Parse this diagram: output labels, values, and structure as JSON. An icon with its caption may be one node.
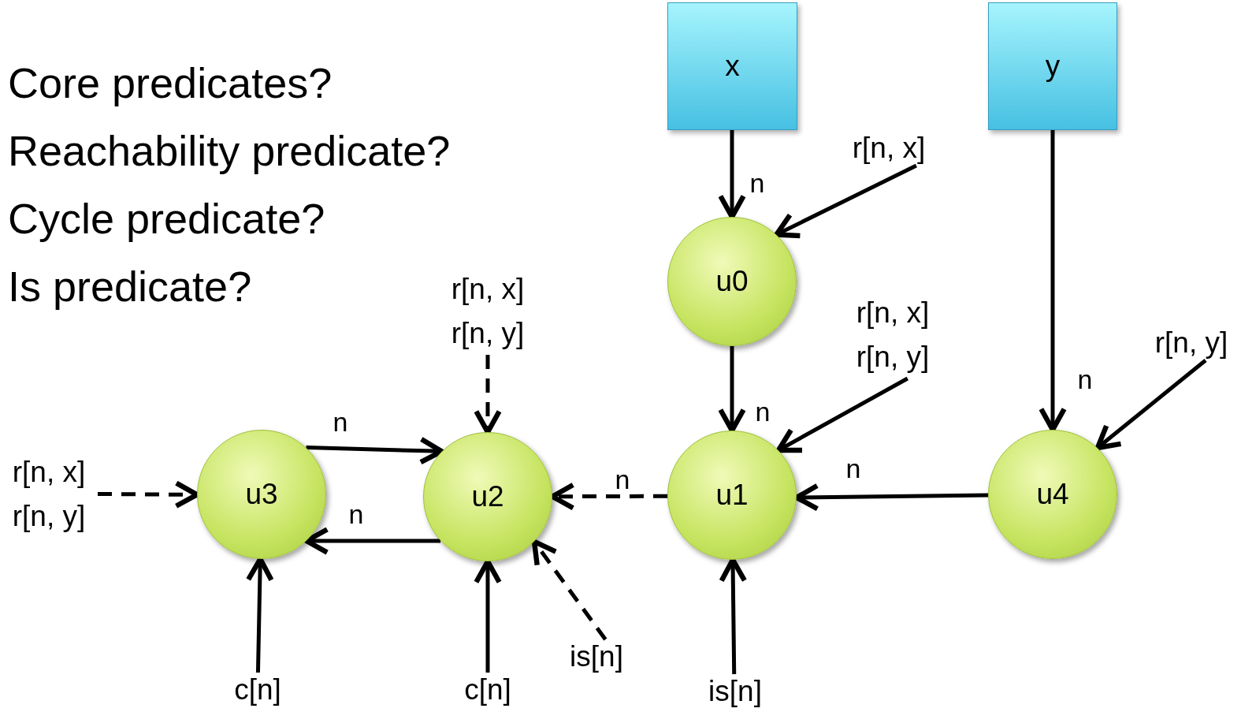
{
  "diagram": {
    "nodes": [
      {
        "text": [
          "x"
        ]
      },
      {
        "text": [
          "y"
        ]
      },
      {
        "text": [
          "u0"
        ]
      },
      {
        "text": [
          "u1"
        ]
      },
      {
        "text": [
          "u2"
        ]
      },
      {
        "text": [
          "u3"
        ]
      },
      {
        "text": [
          "u4"
        ]
      },
      {
        "text": [
          "r[n, x]"
        ]
      },
      {
        "text": [
          "r[n, x] r[n, y]"
        ]
      },
      {
        "text": [
          "r[n, y]"
        ]
      },
      {
        "text": [
          "r[n, x] r[n, y]"
        ]
      },
      {
        "text": [
          "r[n, x] r[n, y]"
        ]
      },
      {
        "text": [
          "c[n]"
        ]
      },
      {
        "text": [
          "c[n]"
        ]
      },
      {
        "text": [
          "is[n]"
        ]
      },
      {
        "text": [
          "is[n]"
        ]
      }
    ],
    "edges": [
      {
        "from": 0,
        "to": 2,
        "arrow": "to",
        "label": "n"
      },
      {
        "from": 2,
        "to": 3,
        "arrow": "to",
        "label": "n"
      },
      {
        "from": 1,
        "to": 6,
        "arrow": "to",
        "label": "n"
      },
      {
        "from": 6,
        "to": 3,
        "arrow": "to",
        "label": "n"
      },
      {
        "from": 3,
        "to": 4,
        "arrow": "to",
        "label": "n",
        "style": "dashed"
      },
      {
        "from": 5,
        "to": 4,
        "arrow": "to",
        "label": "n"
      },
      {
        "from": 4,
        "to": 5,
        "arrow": "to",
        "label": "n"
      },
      {
        "from": 7,
        "to": 2,
        "arrow": "to"
      },
      {
        "from": 8,
        "to": 3,
        "arrow": "to"
      },
      {
        "from": 9,
        "to": 6,
        "arrow": "to"
      },
      {
        "from": 10,
        "to": 4,
        "arrow": "to",
        "style": "dashed"
      },
      {
        "from": 11,
        "to": 5,
        "arrow": "to",
        "style": "dashed"
      },
      {
        "from": 12,
        "to": 5,
        "arrow": "to"
      },
      {
        "from": 13,
        "to": 4,
        "arrow": "to"
      },
      {
        "from": 14,
        "to": 4,
        "arrow": "to",
        "style": "dashed"
      },
      {
        "from": 15,
        "to": 3,
        "arrow": "to"
      }
    ],
    "labels": [
      "Core predicates?",
      "Reachability predicate?",
      "Cycle predicate?",
      "Is predicate?"
    ]
  }
}
